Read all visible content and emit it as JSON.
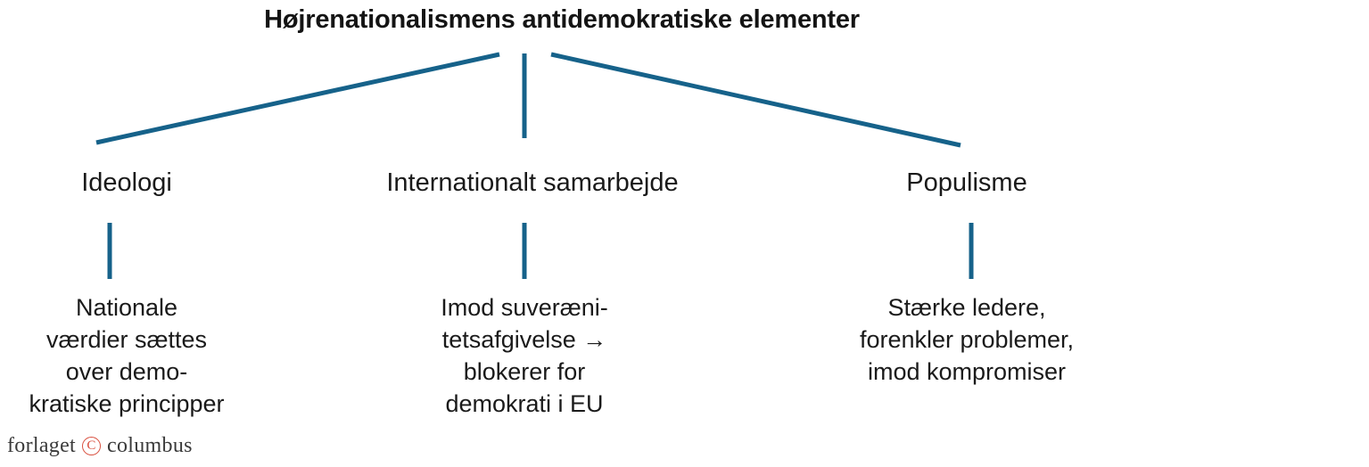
{
  "diagram": {
    "title": "Højrenationalismens antidemokratiske elementer",
    "line_color": "#16628a",
    "text_color": "#1a1a1a",
    "background_color": "#ffffff",
    "branches": [
      {
        "label": "Ideologi",
        "detail_lines": [
          "Nationale",
          "værdier sættes",
          "over demo-",
          "kratiske principper"
        ]
      },
      {
        "label": "Internationalt samarbejde",
        "detail_lines": [
          "Imod suveræni-",
          "tetsafgivelse →",
          "blokerer for",
          "demokrati i EU"
        ]
      },
      {
        "label": "Populisme",
        "detail_lines": [
          "Stærke ledere,",
          "forenkler problemer,",
          "imod kompromiser"
        ]
      }
    ]
  },
  "logo": {
    "word_before": "forlaget",
    "copyright_glyph": "C",
    "word_after": "columbus",
    "mark_color": "#d9503f"
  }
}
